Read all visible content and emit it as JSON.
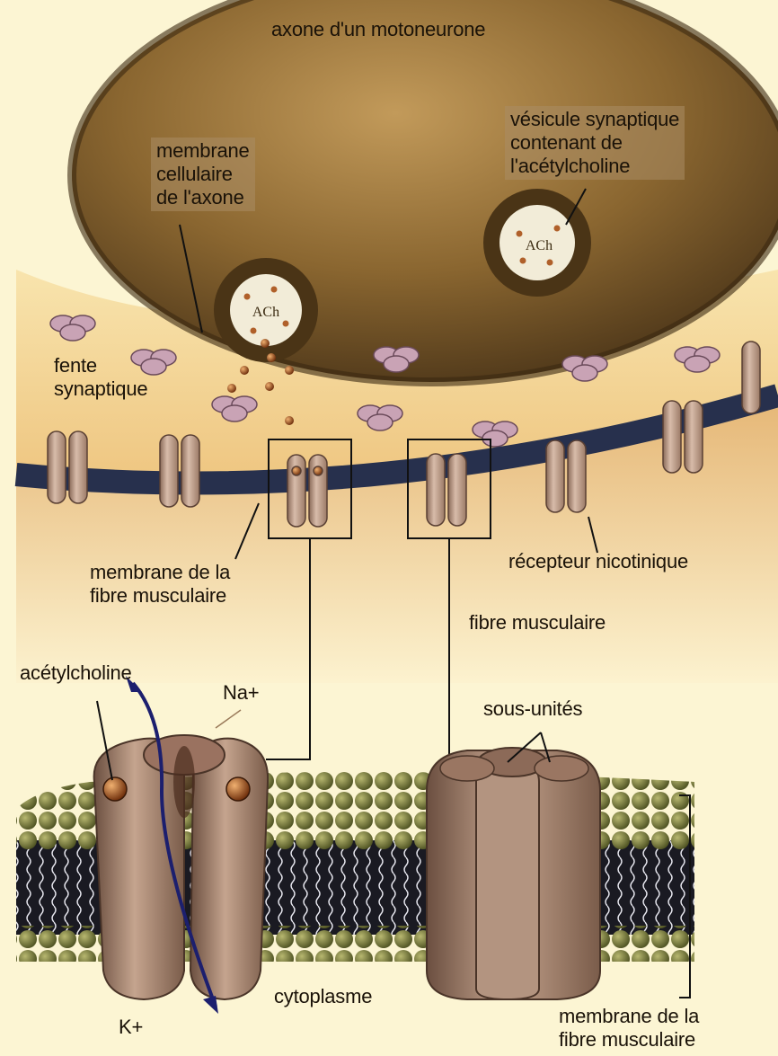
{
  "labels": {
    "axon": "axone d'un motoneurone",
    "vesicle": "vésicule synaptique\ncontenant de\nl'acétylcholine",
    "axon_membrane": "membrane\ncellulaire\nde l'axone",
    "cleft": "fente\nsynaptique",
    "muscle_membrane_top": "membrane de la\nfibre musculaire",
    "receptor": "récepteur nicotinique",
    "muscle_fiber": "fibre musculaire",
    "acetylcholine": "acétylcholine",
    "sodium": "Na+",
    "subunits": "sous-unités",
    "cytoplasm": "cytoplasme",
    "potassium": "K+",
    "muscle_membrane_bottom": "membrane de la\nfibre musculaire",
    "ach_small": "ACh"
  },
  "colors": {
    "background": "#fcf5d3",
    "axon_fill": "#7b5a2c",
    "cleft": "#f1cd8c",
    "membrane_band": "#27304d",
    "receptor": "#c8a994",
    "lipid_head": "#6f7236",
    "ion_arrow": "#1c1f6e"
  }
}
